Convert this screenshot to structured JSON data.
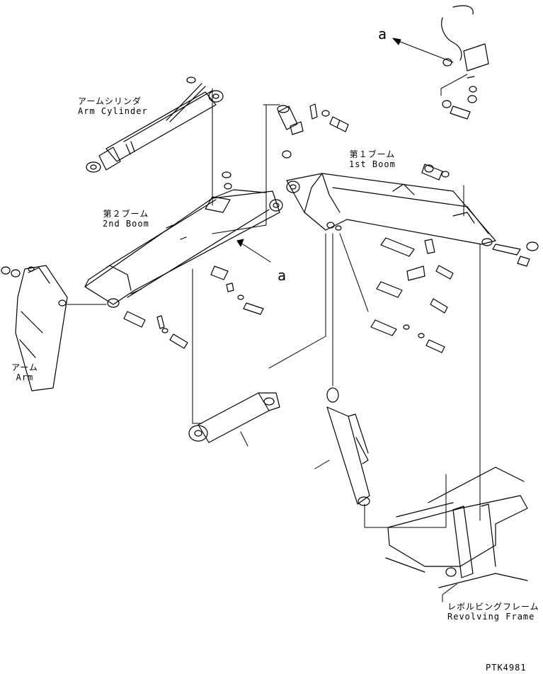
{
  "labels": {
    "arm_cylinder": {
      "jp": "アームシリンダ",
      "en": "Arm Cylinder"
    },
    "second_boom": {
      "jp": "第２ブーム",
      "en": "2nd Boom"
    },
    "first_boom": {
      "jp": "第１ブーム",
      "en": "1st Boom"
    },
    "arm": {
      "jp": "アーム",
      "en": "Arm"
    },
    "revolving_frame": {
      "jp": "レボルビングフレーム",
      "en": "Revolving Frame"
    },
    "view_marker_top": "a",
    "view_marker_mid": "a",
    "drawing_code": "PTK4981"
  }
}
